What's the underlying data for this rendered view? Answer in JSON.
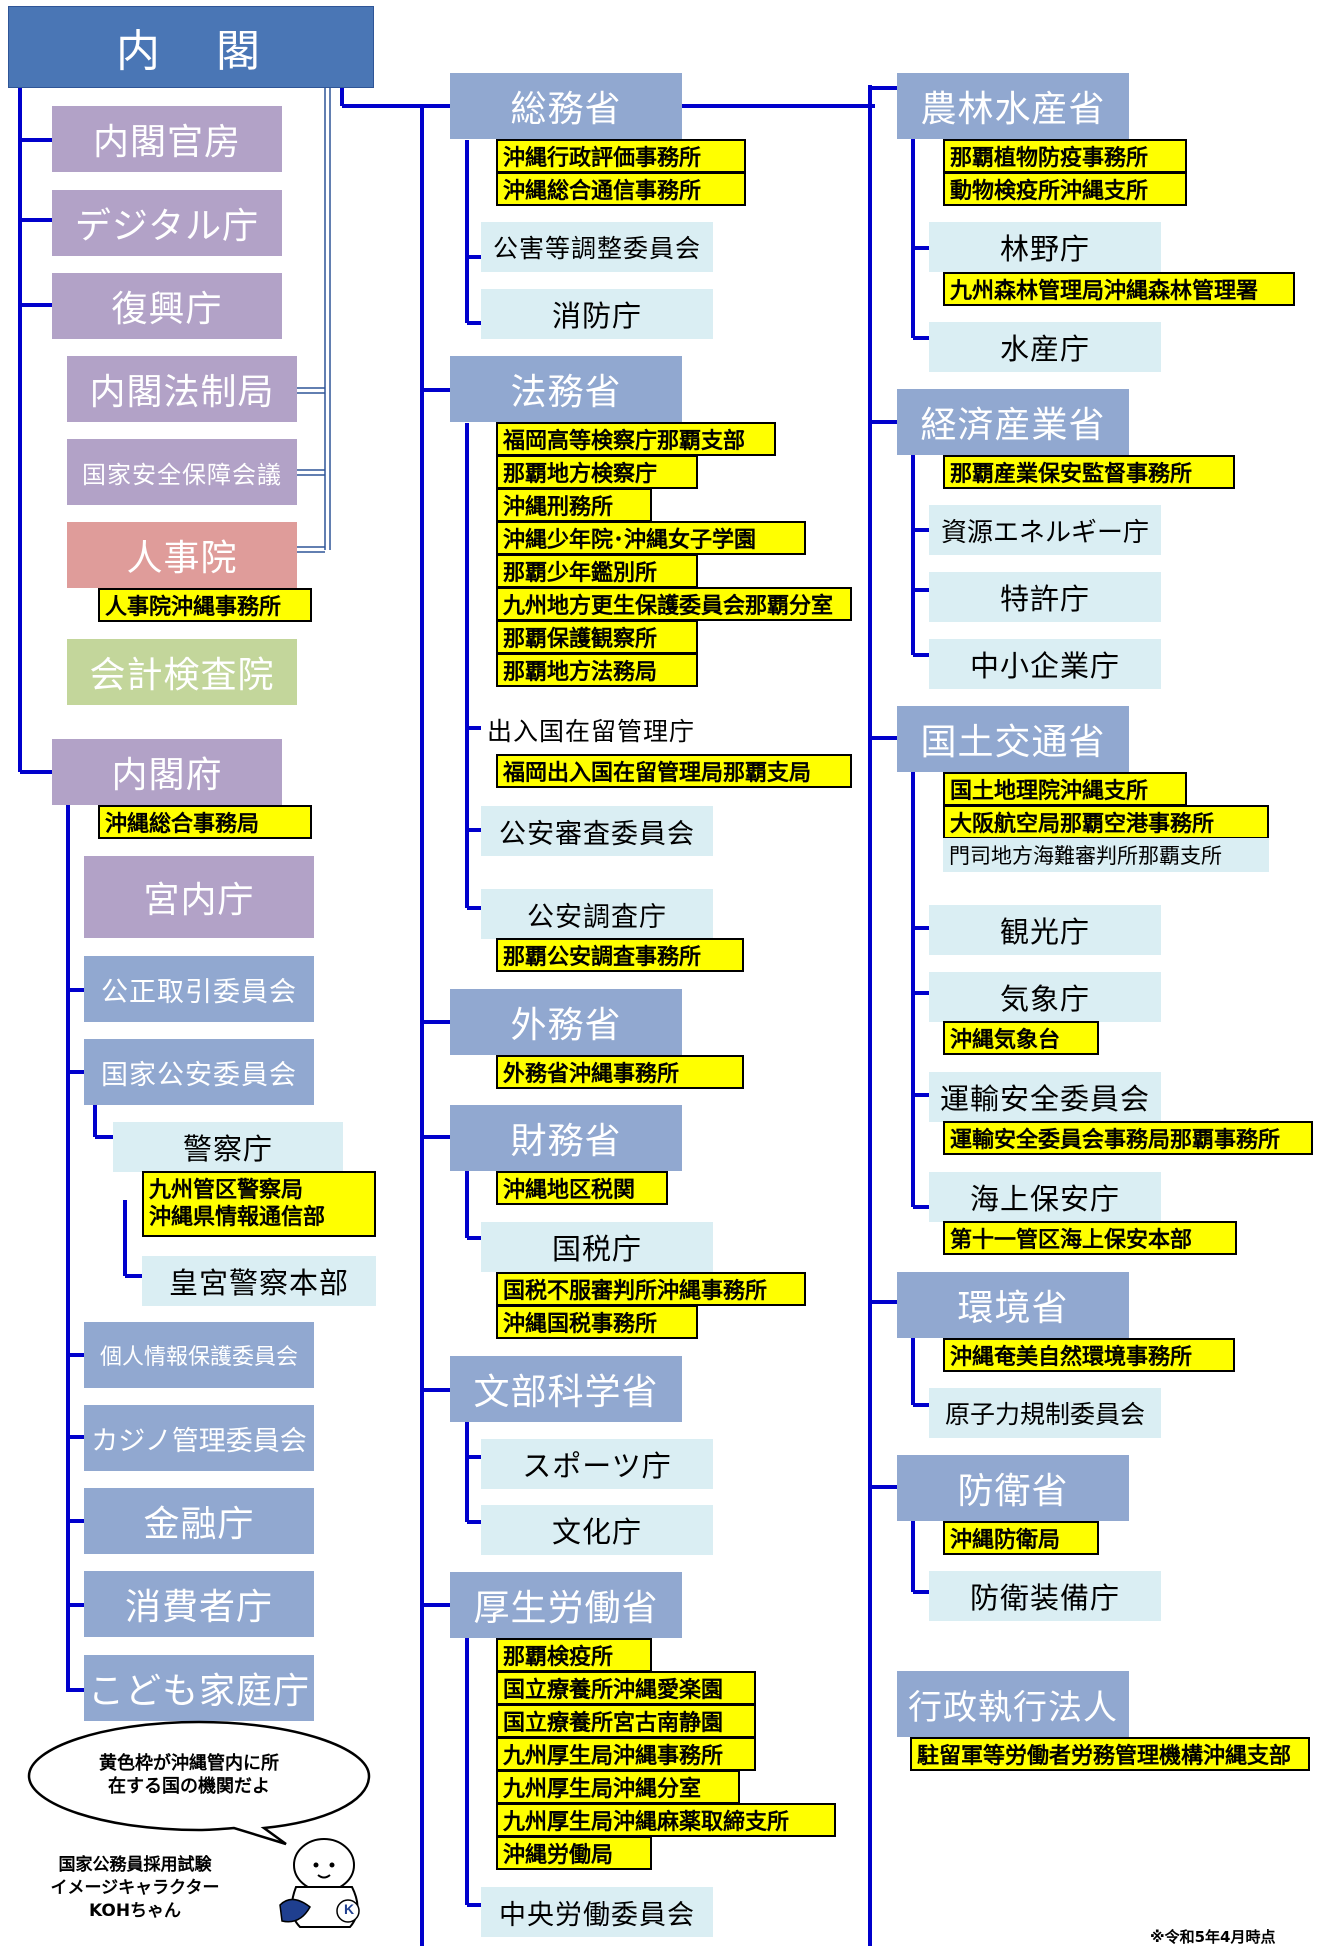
{
  "colors": {
    "connector": "#0000cc",
    "ministry": "#91a8d0",
    "cabinet_org": "#b2a2c7",
    "nra": "#df9c9a",
    "audit": "#c3d69b",
    "agency": "#daeef3",
    "local_office_highlight": "#ffff00",
    "top_header": "#4a76b5"
  },
  "top": {
    "title": "内　閣"
  },
  "cabinet_left": {
    "kanbo": "内閣官房",
    "digital": "デジタル庁",
    "fukko": "復興庁",
    "hoseikyoku": "内閣法制局",
    "anzen": "国家安全保障会議",
    "jinjiin": "人事院",
    "jinjiin_office": "人事院沖縄事務所",
    "kaikei": "会計検査院",
    "naikakufu": "内閣府",
    "naikakufu_office": "沖縄総合事務局",
    "kunaicho": "宮内庁",
    "kotori": "公正取引委員会",
    "kokka_koan": "国家公安委員会",
    "keisatsu": "警察庁",
    "keisatsu_office": "九州管区警察局\n沖縄県情報通信部",
    "kogu": "皇宮警察本部",
    "kojin": "個人情報保護委員会",
    "casino": "カジノ管理委員会",
    "kinyu": "金融庁",
    "shohisha": "消費者庁",
    "kodomo": "こども家庭庁"
  },
  "mid": {
    "somu": "総務省",
    "somu_offices": [
      "沖縄行政評価事務所",
      "沖縄総合通信事務所"
    ],
    "kogai": "公害等調整委員会",
    "shobo": "消防庁",
    "homu": "法務省",
    "homu_offices": [
      "福岡高等検察庁那覇支部",
      "那覇地方検察庁",
      "沖縄刑務所",
      "沖縄少年院･沖縄女子学園",
      "那覇少年鑑別所",
      "九州地方更生保護委員会那覇分室",
      "那覇保護観察所",
      "那覇地方法務局"
    ],
    "nyukan": "出入国在留管理庁",
    "nyukan_office": "福岡出入国在留管理局那覇支局",
    "koan_shinsa": "公安審査委員会",
    "koan_chosa": "公安調査庁",
    "koan_chosa_office": "那覇公安調査事務所",
    "gaimu": "外務省",
    "gaimu_office": "外務省沖縄事務所",
    "zaimu": "財務省",
    "zaimu_office": "沖縄地区税関",
    "kokuzei": "国税庁",
    "kokuzei_offices": [
      "国税不服審判所沖縄事務所",
      "沖縄国税事務所"
    ],
    "monka": "文部科学省",
    "sports": "スポーツ庁",
    "bunka": "文化庁",
    "kosei": "厚生労働省",
    "kosei_offices": [
      "那覇検疫所",
      "国立療養所沖縄愛楽園",
      "国立療養所宮古南静園",
      "九州厚生局沖縄事務所",
      "九州厚生局沖縄分室",
      "九州厚生局沖縄麻薬取締支所",
      "沖縄労働局"
    ],
    "chuo_rodo": "中央労働委員会"
  },
  "right": {
    "norin": "農林水産省",
    "norin_offices": [
      "那覇植物防疫事務所",
      "動物検疫所沖縄支所"
    ],
    "rinya": "林野庁",
    "rinya_office": "九州森林管理局沖縄森林管理署",
    "suisan": "水産庁",
    "keisan": "経済産業省",
    "keisan_office": "那覇産業保安監督事務所",
    "shigen": "資源エネルギー庁",
    "tokkyo": "特許庁",
    "chusho": "中小企業庁",
    "kokudo": "国土交通省",
    "kokudo_offices": [
      "国土地理院沖縄支所",
      "大阪航空局那覇空港事務所"
    ],
    "kainan": "門司地方海難審判所那覇支所",
    "kanko": "観光庁",
    "kisho": "気象庁",
    "kisho_office": "沖縄気象台",
    "unyu": "運輸安全委員会",
    "unyu_office": "運輸安全委員会事務局那覇事務所",
    "kaiho": "海上保安庁",
    "kaiho_office": "第十一管区海上保安本部",
    "kankyo": "環境省",
    "kankyo_office": "沖縄奄美自然環境事務所",
    "genshiryoku": "原子力規制委員会",
    "boei": "防衛省",
    "boei_office": "沖縄防衛局",
    "boei_sobi": "防衛装備庁",
    "dokuho": "行政執行法人",
    "dokuho_office": "駐留軍等労働者労務管理機構沖縄支部"
  },
  "bubble": {
    "text": "黄色枠が沖縄管内に所\n在する国の機関だよ"
  },
  "mascot": {
    "caption": "国家公務員採用試験\nイメージキャラクター\nKOHちゃん",
    "badge": "K"
  },
  "footnote": "※令和5年4月時点"
}
